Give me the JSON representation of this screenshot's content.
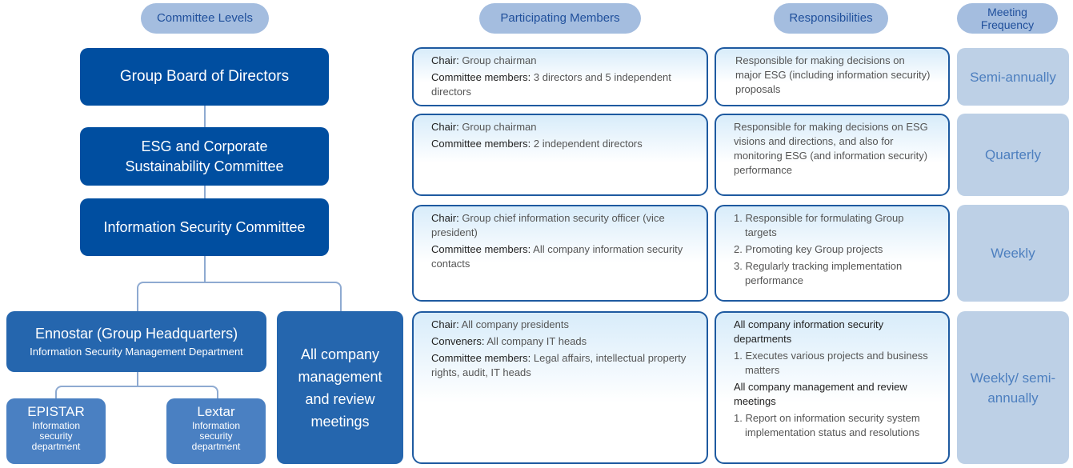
{
  "headers": {
    "levels": "Committee Levels",
    "members": "Participating Members",
    "responsibilities": "Responsibilities",
    "frequency": "Meeting Frequency"
  },
  "org": {
    "board": "Group Board of Directors",
    "esg": "ESG and Corporate Sustainability Committee",
    "isc": "Information Security Committee",
    "hq_title": "Ennostar (Group Headquarters)",
    "hq_sub": "Information Security Management Department",
    "epistar_title": "EPISTAR",
    "epistar_sub": "Information security department",
    "lextar_title": "Lextar",
    "lextar_sub": "Information security department",
    "allco": "All company management and review meetings"
  },
  "rows": [
    {
      "members": [
        {
          "label": "Chair:",
          "value": "Group chairman"
        },
        {
          "label": "Committee members:",
          "value": "3 directors and 5 independent directors"
        }
      ],
      "responsibility": "Responsible for making decisions on major ESG (including information security) proposals",
      "frequency": "Semi-annually"
    },
    {
      "members": [
        {
          "label": "Chair:",
          "value": "Group chairman"
        },
        {
          "label": "Committee members:",
          "value": "2 independent directors"
        }
      ],
      "responsibility": "Responsible for making decisions on ESG visions and directions, and also for monitoring ESG (and information security) performance",
      "frequency": "Quarterly"
    },
    {
      "members": [
        {
          "label": "Chair:",
          "value": "Group chief information security officer (vice president)"
        },
        {
          "label": "Committee members:",
          "value": "All company information security contacts"
        }
      ],
      "responsibility_items": [
        "1. Responsible for formulating Group targets",
        "2. Promoting key Group projects",
        "3. Regularly tracking implementation performance"
      ],
      "frequency": "Weekly"
    },
    {
      "members": [
        {
          "label": "Chair:",
          "value": "All company presidents"
        },
        {
          "label": "Conveners:",
          "value": "All company IT heads"
        },
        {
          "label": "Committee members:",
          "value": "Legal affairs, intellectual property rights, audit, IT heads"
        }
      ],
      "responsibility_groups": [
        {
          "heading": "All company information security departments",
          "items": [
            "1. Executes various projects and business matters"
          ]
        },
        {
          "heading": "All company management and review meetings",
          "items": [
            "1. Report on information security system implementation status and resolutions"
          ]
        }
      ],
      "frequency": "Weekly/ semi-annually"
    }
  ]
}
